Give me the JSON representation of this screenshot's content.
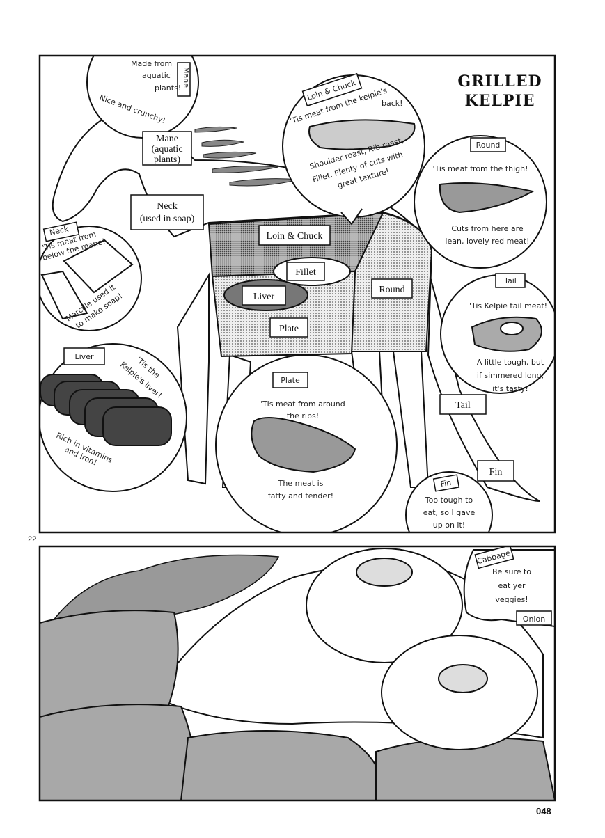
{
  "title_line1": "GRILLED",
  "title_line2": "KELPIE",
  "body_labels": {
    "mane": [
      "Mane",
      "(aquatic",
      "plants)"
    ],
    "neck": [
      "Neck",
      "(used in soap)"
    ],
    "loin_chuck": "Loin & Chuck",
    "fillet": "Fillet",
    "liver": "Liver",
    "plate": "Plate",
    "round": "Round",
    "tail": "Tail",
    "fin": "Fin"
  },
  "bubbles": {
    "mane": {
      "tag": "Mane",
      "lines": [
        "Made from",
        "aquatic",
        "plants!"
      ],
      "note": "Nice and crunchy!"
    },
    "loin_chuck": {
      "tag": "Loin & Chuck",
      "lines": [
        "'Tis meat from the kelpie's",
        "back!"
      ],
      "notes": [
        "Shoulder roast, Rib roast,",
        "Fillet. Plenty of cuts with",
        "great texture!"
      ]
    },
    "round": {
      "tag": "Round",
      "lines": [
        "'Tis meat from the thigh!"
      ],
      "notes": [
        "Cuts from here are",
        "lean, lovely red meat!"
      ]
    },
    "neck": {
      "tag": "Neck",
      "lines": [
        "'Tis meat from",
        "below the mane!"
      ],
      "notes": [
        "Marcille used it",
        "to make soap!"
      ]
    },
    "liver": {
      "tag": "Liver",
      "lines": [
        "'Tis the",
        "Kelpie's liver!"
      ],
      "notes": [
        "Rich in vitamins",
        "and iron!"
      ]
    },
    "plate": {
      "tag": "Plate",
      "lines": [
        "'Tis meat from around",
        "the ribs!"
      ],
      "notes": [
        "The meat is",
        "fatty and tender!"
      ]
    },
    "tail": {
      "tag": "Tail",
      "lines": [
        "'Tis Kelpie tail meat!"
      ],
      "notes": [
        "A little tough, but",
        "if simmered long,",
        "it's tasty!"
      ]
    },
    "fin": {
      "tag": "Fin",
      "lines": [
        "Too tough to",
        "eat, so I gave",
        "up on it!"
      ]
    },
    "veggies": {
      "tag1": "Cabbage",
      "tag2": "Onion",
      "lines": [
        "Be sure to",
        "eat yer",
        "veggies!"
      ]
    }
  },
  "page_small_number": "22",
  "page_number": "048"
}
